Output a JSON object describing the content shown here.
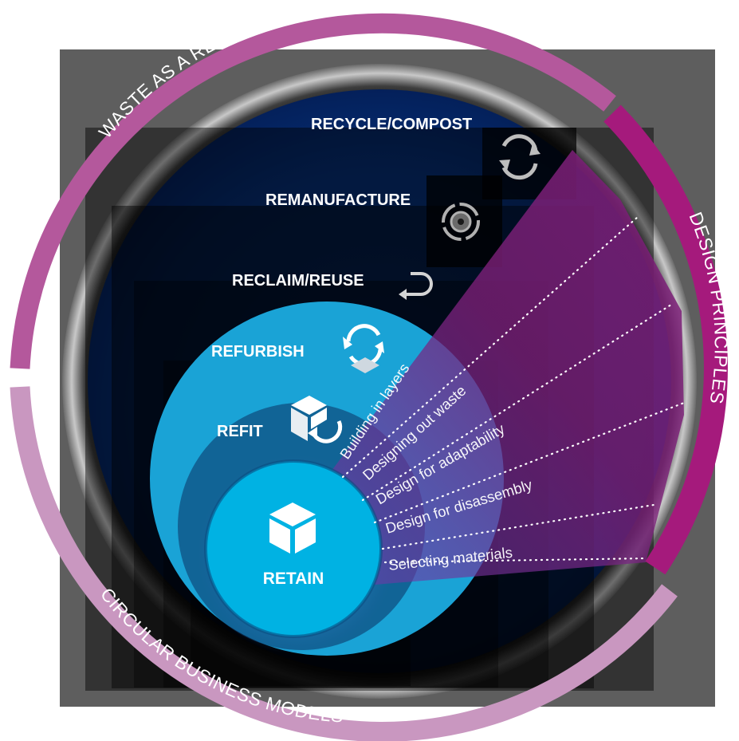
{
  "arcs": {
    "waste": "WASTE AS A RESOURCE",
    "design": "DESIGN PRINCIPLES",
    "circular": "CIRCULAR BUSINESS MODELS"
  },
  "levels": [
    {
      "label": "RECYCLE/COMPOST",
      "icon": "recycle-icon"
    },
    {
      "label": "REMANUFACTURE",
      "icon": "gear-cycle-icon"
    },
    {
      "label": "RECLAIM/REUSE",
      "icon": "return-arrow-icon"
    },
    {
      "label": "REFURBISH",
      "icon": "refurbish-cycle-icon"
    },
    {
      "label": "REFIT",
      "icon": "cube-arrow-icon"
    },
    {
      "label": "RETAIN",
      "icon": "cube-icon"
    }
  ],
  "principles": [
    "Building in layers",
    "Designing out waste",
    "Design for adaptability",
    "Design for disassembly",
    "Selecting materials"
  ],
  "colors": {
    "arc_waste": "#b4589c",
    "arc_design": "#a51a7c",
    "arc_circular": "#c997c0",
    "retain": "#00b2e3",
    "fan": "#7b1f77"
  }
}
